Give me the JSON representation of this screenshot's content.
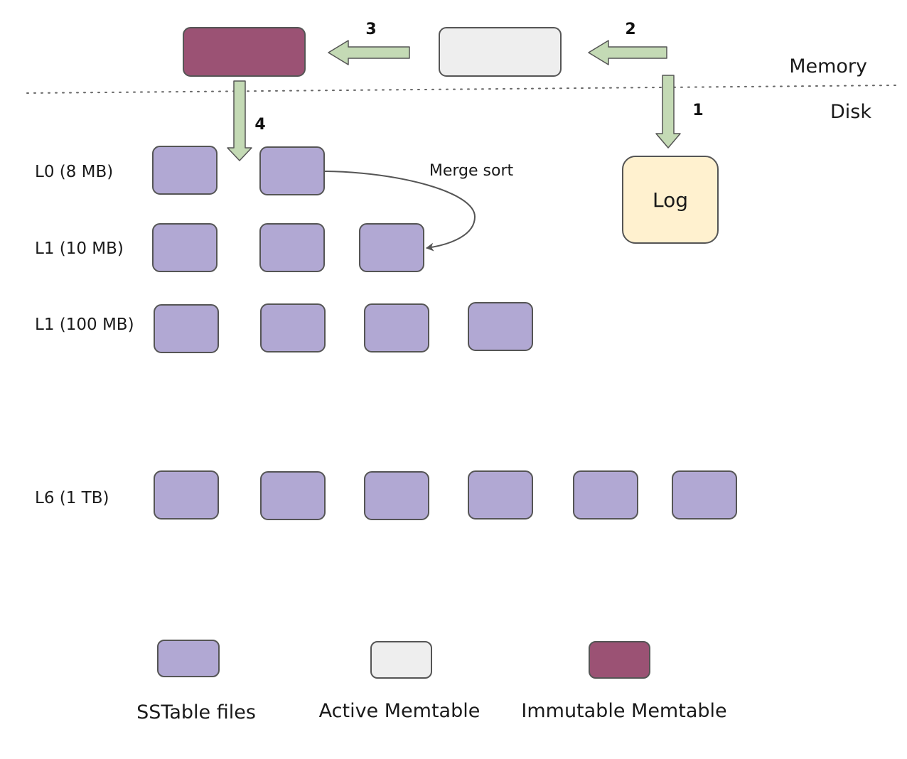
{
  "zones": {
    "memory": "Memory",
    "disk": "Disk"
  },
  "steps": {
    "write_log": "1",
    "write_memtable": "2",
    "freeze_memtable": "3",
    "flush_to_l0": "4"
  },
  "log": {
    "label": "Log"
  },
  "merge_label": "Merge sort",
  "levels": [
    {
      "label": "L0 (8 MB)",
      "file_count": 2
    },
    {
      "label": "L1 (10 MB)",
      "file_count": 3
    },
    {
      "label": "L1 (100 MB)",
      "file_count": 4
    },
    {
      "label": "L6 (1 TB)",
      "file_count": 6
    }
  ],
  "legend": {
    "sstable": "SSTable files",
    "active": "Active Memtable",
    "immutable": "Immutable Memtable"
  },
  "colors": {
    "sstable": "#b1a8d3",
    "active_memtable": "#eeeeee",
    "immutable_memtable": "#9b5274",
    "log": "#fff1cf",
    "arrow": "#c4dab5",
    "outline": "#555555"
  }
}
